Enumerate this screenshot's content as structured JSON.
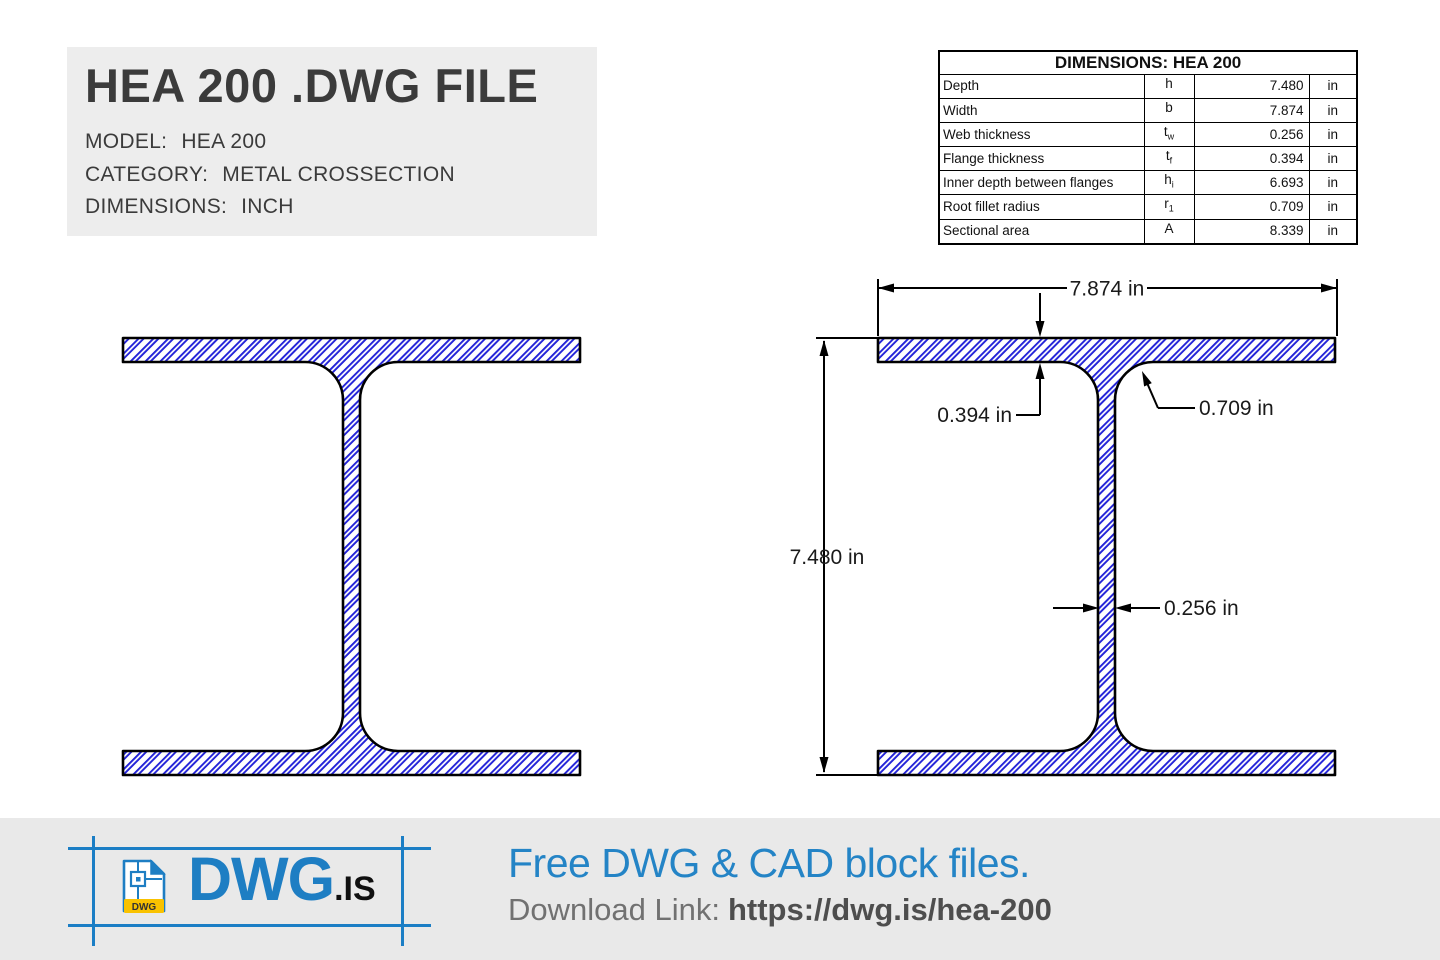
{
  "title_block": {
    "title": "HEA 200 .DWG FILE",
    "rows": [
      {
        "label": "MODEL:",
        "value": "HEA 200"
      },
      {
        "label": "CATEGORY:",
        "value": "METAL CROSSECTION"
      },
      {
        "label": "DIMENSIONS:",
        "value": "INCH"
      }
    ]
  },
  "dimensions_table": {
    "title": "DIMENSIONS: HEA 200",
    "rows": [
      {
        "name": "Depth",
        "symbol": "h",
        "sub": "",
        "value": "7.480",
        "unit": "in"
      },
      {
        "name": "Width",
        "symbol": "b",
        "sub": "",
        "value": "7.874",
        "unit": "in"
      },
      {
        "name": "Web thickness",
        "symbol": "t",
        "sub": "w",
        "value": "0.256",
        "unit": "in"
      },
      {
        "name": "Flange thickness",
        "symbol": "t",
        "sub": "f",
        "value": "0.394",
        "unit": "in"
      },
      {
        "name": "Inner depth between flanges",
        "symbol": "h",
        "sub": "i",
        "value": "6.693",
        "unit": "in"
      },
      {
        "name": "Root fillet radius",
        "symbol": "r",
        "sub": "1",
        "value": "0.709",
        "unit": "in"
      },
      {
        "name": "Sectional area",
        "symbol": "A",
        "sub": "",
        "value": "8.339",
        "unit": "in"
      }
    ]
  },
  "drawing": {
    "dim_width": "7.874 in",
    "dim_height": "7.480 in",
    "dim_flange": "0.394 in",
    "dim_fillet": "0.709 in",
    "dim_web": "0.256 in",
    "hatch_color": "#2121d8",
    "outline_color": "#000000"
  },
  "footer": {
    "logo_text": "DWG",
    "logo_suffix": ".IS",
    "logo_badge": "DWG",
    "tagline": "Free DWG & CAD block files.",
    "download_label": "Download Link:",
    "download_url": "https://dwg.is/hea-200",
    "accent_blue": "#1e7ec3",
    "badge_yellow": "#f9c200"
  }
}
